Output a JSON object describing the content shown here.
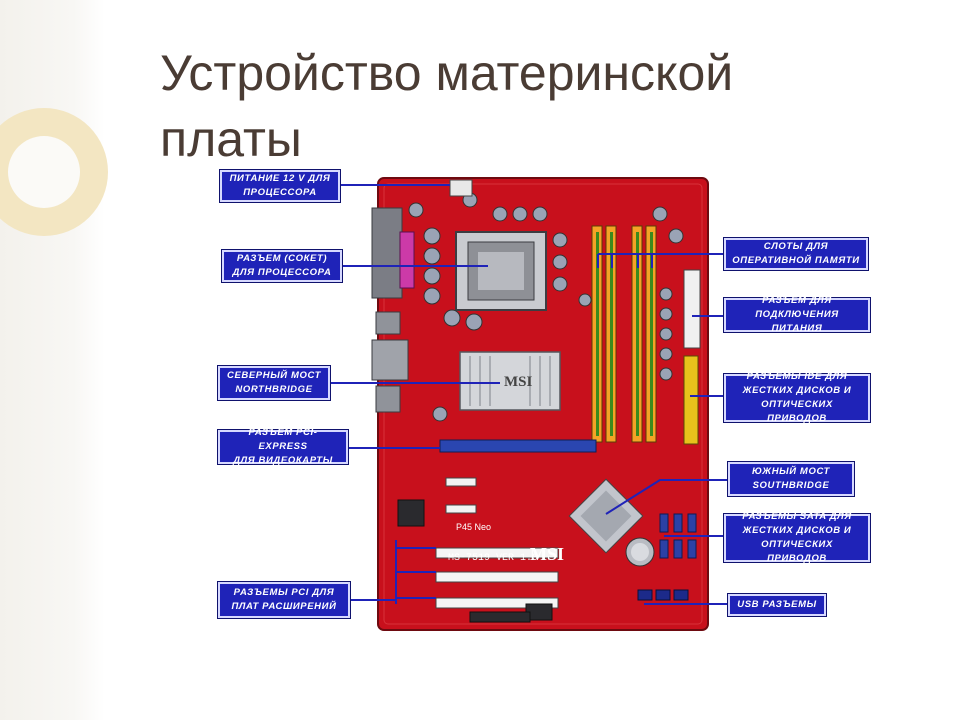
{
  "slide": {
    "title": "Устройство материнской платы"
  },
  "board": {
    "brand": "MSI",
    "model_text": "MS-7519 VER 1.0",
    "chip_text": "P45 Neo",
    "heatsink_text": "MSI"
  },
  "labels": {
    "cpu_power": "ПИТАНИЕ 12 V ДЛЯ\nПРОЦЕССОРА",
    "cpu_socket": "РАЗЪЕМ (СОКЕТ)\nДЛЯ ПРОЦЕССОРА",
    "northbridge": "СЕВЕРНЫЙ МОСТ\nNORTHBRIDGE",
    "pcie": "РАЗЪЕМ PCI-EXPRESS\nДЛЯ ВИДЕОКАРТЫ",
    "pci": "РАЗЪЕМЫ PCI ДЛЯ\nПЛАТ РАСШИРЕНИЙ",
    "ram": "СЛОТЫ ДЛЯ\nОПЕРАТИВНОЙ ПАМЯТИ",
    "power": "РАЗЪЕМ ДЛЯ\nПОДКЛЮЧЕНИЯ ПИТАНИЯ",
    "ide": "РАЗЪЕМЫ IDE ДЛЯ\nЖЕСТКИХ ДИСКОВ И\nОПТИЧЕСКИХ ПРИВОДОВ",
    "southbridge": "ЮЖНЫЙ МОСТ\nSOUTHBRIDGE",
    "sata": "РАЗЪЕМЫ SATA ДЛЯ\nЖЕСТКИХ ДИСКОВ И\nОПТИЧЕСКИХ ПРИВОДОВ",
    "usb": "USB РАЗЪЕМЫ"
  },
  "colors": {
    "label_bg": "#1f23b8",
    "board_red": "#c8101c",
    "leader_line": "#1f23b8"
  }
}
